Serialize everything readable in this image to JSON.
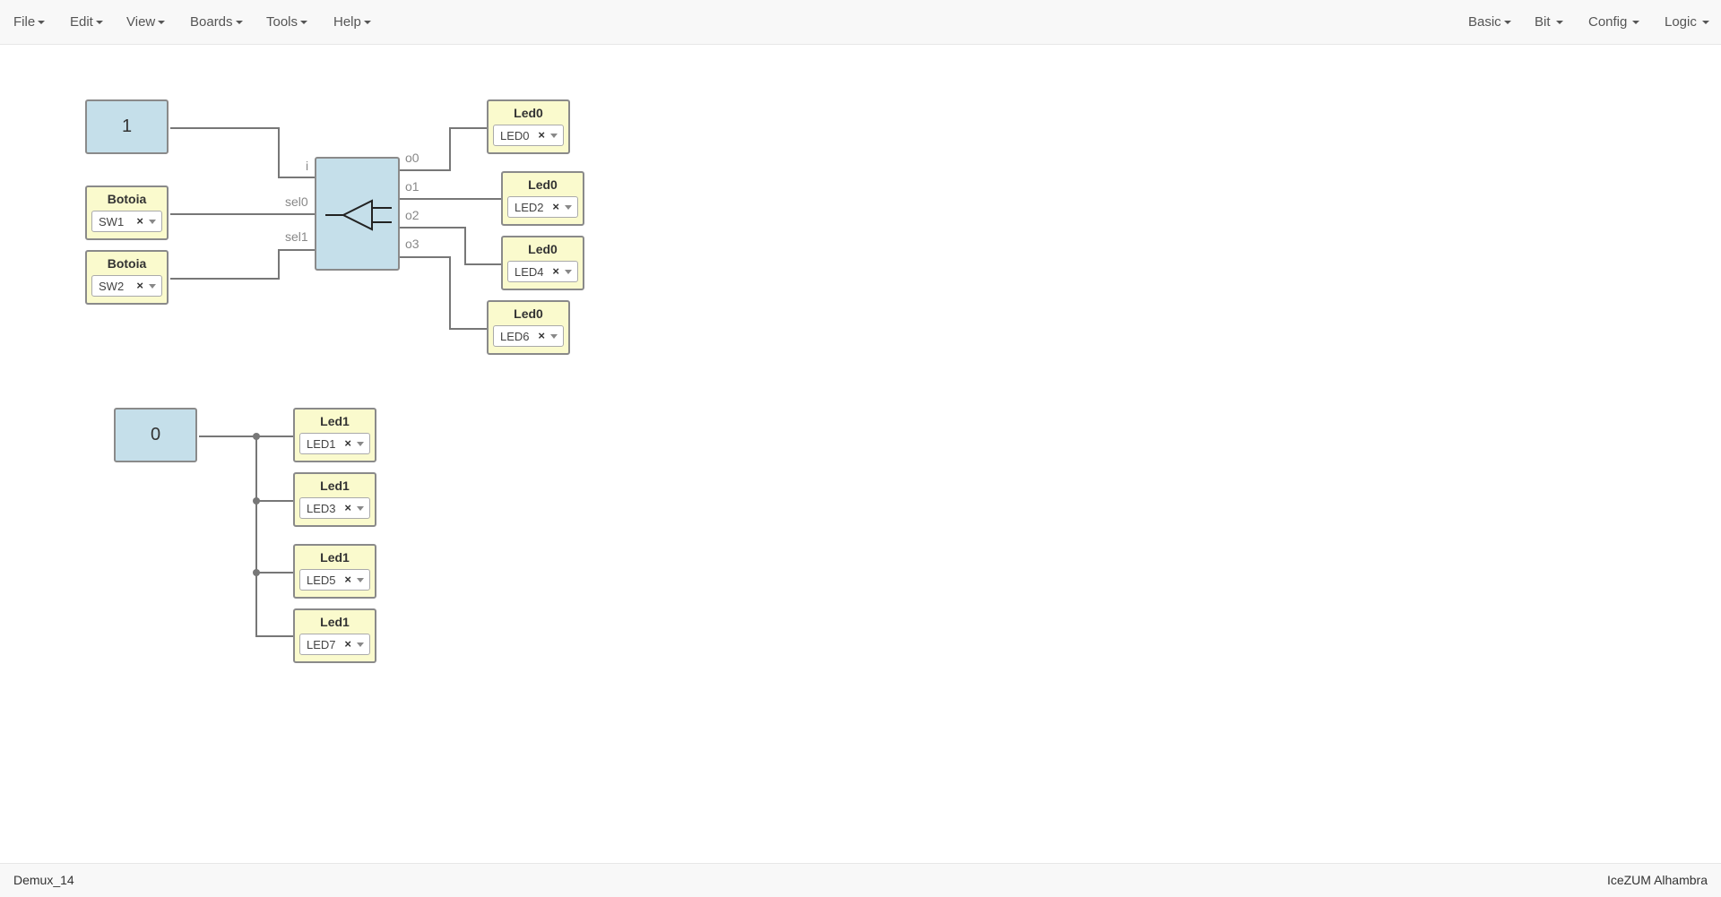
{
  "menubar": {
    "left": [
      "File",
      "Edit",
      "View",
      "Boards",
      "Tools",
      "Help"
    ],
    "right": [
      "Basic",
      "Bit",
      "Config",
      "Logic"
    ]
  },
  "circuit": {
    "constants": [
      "1",
      "0"
    ],
    "inputs": [
      {
        "title": "Botoia",
        "pin": "SW1",
        "clear": "×"
      },
      {
        "title": "Botoia",
        "pin": "SW2",
        "clear": "×"
      }
    ],
    "demux": {
      "inputs": [
        "i",
        "sel0",
        "sel1"
      ],
      "outputs": [
        "o0",
        "o1",
        "o2",
        "o3"
      ],
      "icon": "demux-symbol-icon"
    },
    "outputs_active": [
      {
        "title": "Led0",
        "pin": "LED0",
        "clear": "×"
      },
      {
        "title": "Led0",
        "pin": "LED2",
        "clear": "×"
      },
      {
        "title": "Led0",
        "pin": "LED4",
        "clear": "×"
      },
      {
        "title": "Led0",
        "pin": "LED6",
        "clear": "×"
      }
    ],
    "outputs_off": [
      {
        "title": "Led1",
        "pin": "LED1",
        "clear": "×"
      },
      {
        "title": "Led1",
        "pin": "LED3",
        "clear": "×"
      },
      {
        "title": "Led1",
        "pin": "LED5",
        "clear": "×"
      },
      {
        "title": "Led1",
        "pin": "LED7",
        "clear": "×"
      }
    ]
  },
  "statusbar": {
    "project": "Demux_14",
    "board": "IceZUM Alhambra"
  },
  "colors": {
    "constant_block": "#c5dfea",
    "io_block": "#fafacd",
    "wire": "#777777",
    "menubar_bg": "#f8f8f8"
  }
}
